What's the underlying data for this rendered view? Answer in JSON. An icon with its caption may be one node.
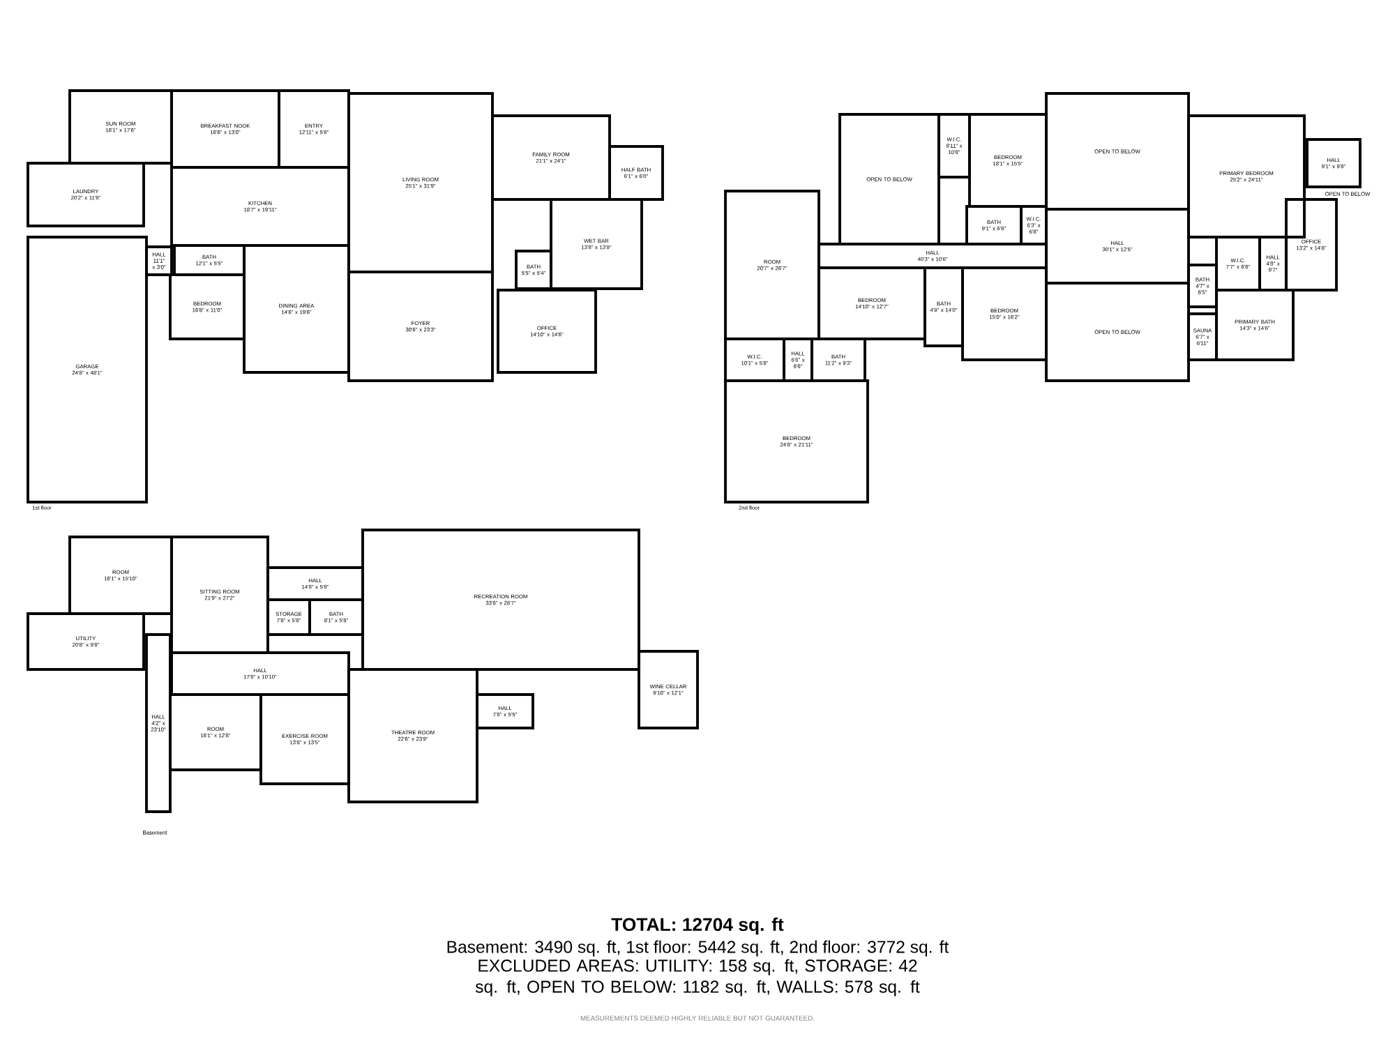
{
  "diagram": {
    "title": "TOTAL: 12704 sq. ft",
    "nodes": [
      {
        "text": [
          "SUN ROOM",
          "16'1\" x 17'6\""
        ]
      },
      {
        "text": [
          "BREAKFAST NOOK",
          "16'6\" x 13'0\""
        ]
      },
      {
        "text": [
          "ENTRY",
          "12'11\" x 5'8\""
        ]
      },
      {
        "text": [
          "LAUNDRY",
          "20'2\" x 11'8\""
        ]
      },
      {
        "text": [
          "KITCHEN",
          "18'7\" x 19'11\""
        ]
      },
      {
        "text": [
          "HALL",
          "11'1\" x 3'0\""
        ]
      },
      {
        "text": [
          "BATH",
          "12'1\" x 5'5\""
        ]
      },
      {
        "text": [
          "BEDROOM",
          "16'8\" x 11'0\""
        ]
      },
      {
        "text": [
          "DINING AREA",
          "14'6\" x 19'6\""
        ]
      },
      {
        "text": [
          "GARAGE",
          "24'8\" x 48'1\""
        ]
      },
      {
        "text": [
          "LIVING ROOM",
          "25'1\" x 31'9\""
        ]
      },
      {
        "text": [
          "FAMILY ROOM",
          "21'1\" x 24'1\""
        ]
      },
      {
        "text": [
          "HALF BATH",
          "6'1\" x 6'0\""
        ]
      },
      {
        "text": [
          "WET BAR",
          "13'8\" x 13'9\""
        ]
      },
      {
        "text": [
          "BATH",
          "5'5\" x 5'4\""
        ]
      },
      {
        "text": [
          "FOYER",
          "30'6\" x 23'3\""
        ]
      },
      {
        "text": [
          "OFFICE",
          "14'10\" x 14'6\""
        ]
      },
      {
        "text": [
          "OPEN TO BELOW"
        ]
      },
      {
        "text": [
          "W.I.C.",
          "8'11\" x 10'8\""
        ]
      },
      {
        "text": [
          "BEDROOM",
          "18'1\" x 15'5\""
        ]
      },
      {
        "text": [
          "BATH",
          "9'1\" x 6'6\""
        ]
      },
      {
        "text": [
          "W.I.C.",
          "6'3\" x 6'8\""
        ]
      },
      {
        "text": [
          "HALL",
          "40'3\" x 10'6\""
        ]
      },
      {
        "text": [
          "ROOM",
          "20'7\" x 26'7\""
        ]
      },
      {
        "text": [
          "BEDROOM",
          "14'10\" x 12'7\""
        ]
      },
      {
        "text": [
          "BATH",
          "4'9\" x 14'0\""
        ]
      },
      {
        "text": [
          "BEDROOM",
          "15'0\" x 16'2\""
        ]
      },
      {
        "text": [
          "W.I.C.",
          "10'1\" x 5'8\""
        ]
      },
      {
        "text": [
          "HALL",
          "6'6\" x 6'6\""
        ]
      },
      {
        "text": [
          "BATH",
          "11'2\" x 9'3\""
        ]
      },
      {
        "text": [
          "BEDROOM",
          "24'8\" x 21'11\""
        ]
      },
      {
        "text": [
          "OPEN TO BELOW"
        ]
      },
      {
        "text": [
          "HALL",
          "30'1\" x 12'5\""
        ]
      },
      {
        "text": [
          "OPEN TO BELOW"
        ]
      },
      {
        "text": [
          "PRIMARY BEDROOM",
          "25'2\" x 24'11\""
        ]
      },
      {
        "text": [
          "HALL",
          "9'1\" x 9'8\""
        ]
      },
      {
        "text": [
          "OFFICE",
          "13'2\" x 14'8\""
        ]
      },
      {
        "text": [
          "W.I.C.",
          "7'7\" x 6'6\""
        ]
      },
      {
        "text": [
          "HALL",
          "4'8\" x 9'7\""
        ]
      },
      {
        "text": [
          "BATH",
          "4'7\" x 6'5\""
        ]
      },
      {
        "text": [
          "PRIMARY BATH",
          "14'3\" x 14'6\""
        ]
      },
      {
        "text": [
          "SAUNA",
          "6'7\" x 6'11\""
        ]
      },
      {
        "text": [
          "ROOM",
          "16'1\" x 15'10\""
        ]
      },
      {
        "text": [
          "UTILITY",
          "20'8\" x 9'8\""
        ]
      },
      {
        "text": [
          "SITTING ROOM",
          "21'9\" x 27'2\""
        ]
      },
      {
        "text": [
          "HALL",
          "14'8\" x 5'8\""
        ]
      },
      {
        "text": [
          "STORAGE",
          "7'8\" x 5'8\""
        ]
      },
      {
        "text": [
          "BATH",
          "8'1\" x 5'8\""
        ]
      },
      {
        "text": [
          "RECREATION ROOM",
          "33'8\" x 28'7\""
        ]
      },
      {
        "text": [
          "HALL",
          "17'8\" x 10'10\""
        ]
      },
      {
        "text": [
          "WINE CELLAR",
          "9'10\" x 12'1\""
        ]
      },
      {
        "text": [
          "HALL",
          "4'2\" x 23'10\""
        ]
      },
      {
        "text": [
          "ROOM",
          "16'1\" x 12'8\""
        ]
      },
      {
        "text": [
          "EXERCISE ROOM",
          "13'8\" x 13'5\""
        ]
      },
      {
        "text": [
          "HALL",
          "7'8\" x 5'5\""
        ]
      },
      {
        "text": [
          "THEATRE ROOM",
          "22'6\" x 23'9\""
        ]
      }
    ],
    "labels": [
      "OPEN TO BELOW",
      "1st floor",
      "2nd floor",
      "Basement",
      "Basement: 3490 sq. ft, 1st floor: 5442 sq. ft, 2nd floor: 3772 sq. ft",
      "EXCLUDED AREAS: UTILITY: 158 sq. ft, STORAGE: 42 sq. ft, OPEN TO BELOW: 1182 sq. ft, WALLS: 578 sq. ft",
      "MEASUREMENTS DEEMED HIGHLY RELIABLE BUT NOT GUARANTEED."
    ]
  }
}
